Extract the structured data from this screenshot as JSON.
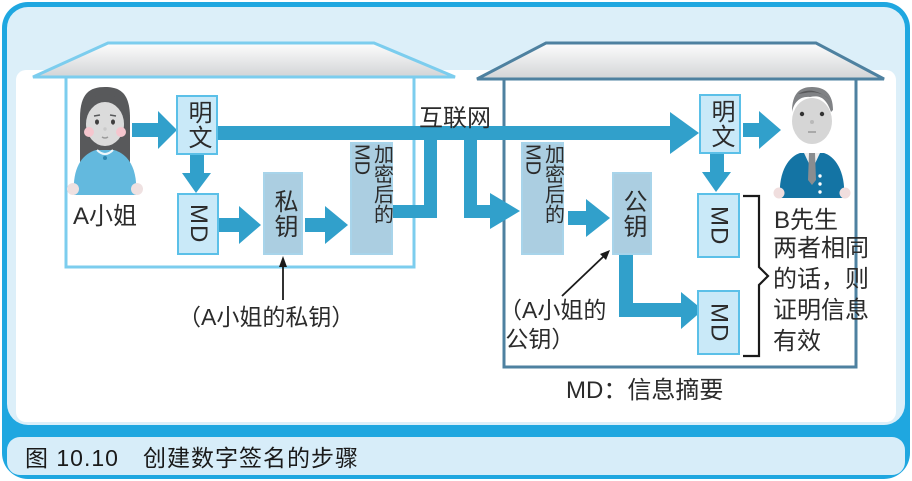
{
  "figure": {
    "caption": "图 10.10　创建数字签名的步骤",
    "internet_label": "互联网",
    "md_note": "MD：信息摘要"
  },
  "sender": {
    "name": "A小姐",
    "boxes": {
      "plaintext": "明文",
      "md": "MD",
      "private_key": "私钥",
      "encrypted_md": "加密后的MD"
    },
    "key_note": "（A小姐的私钥）"
  },
  "receiver": {
    "name": "B先生",
    "boxes": {
      "encrypted_md": "加密后的MD",
      "public_key": "公钥",
      "plaintext": "明文",
      "md_received": "MD",
      "md_decrypted": "MD"
    },
    "key_note": "（A小姐的\n 公钥）",
    "verdict": "两者相同\n的话，则\n证明信息\n有效"
  },
  "colors": {
    "frame_blue": "#1fa7e0",
    "panel_blue": "#dceff9",
    "arrow_blue": "#31a0cb",
    "light_box_fill": "#c9e9f8",
    "light_box_border": "#5bc0e8",
    "gray_box_fill": "#abcee1",
    "sender_house_outline": "#7ccdee",
    "receiver_house_outline": "#4e81a0",
    "roof_gray": "#d2d4d6"
  }
}
